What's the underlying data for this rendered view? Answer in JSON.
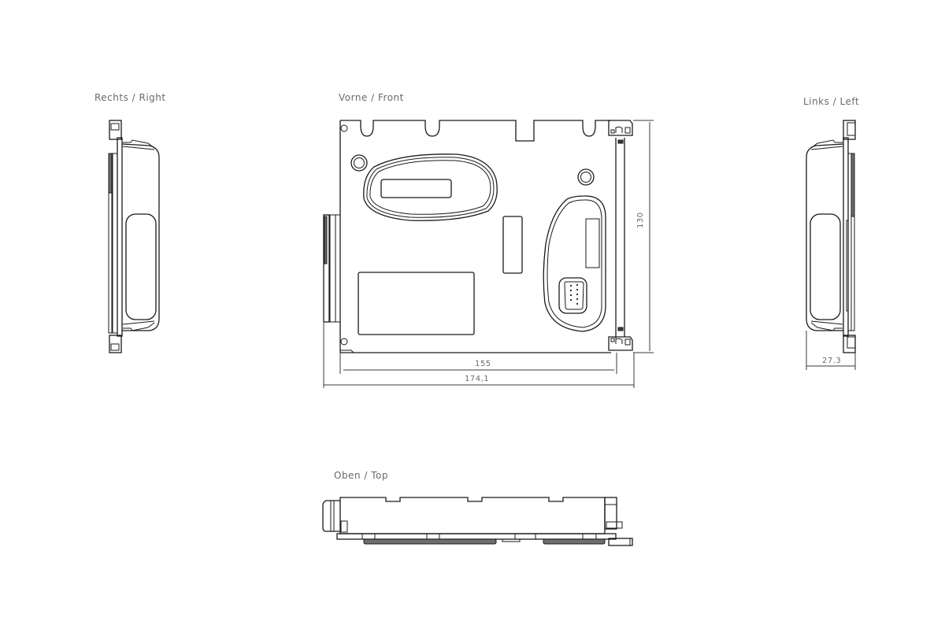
{
  "views": {
    "right": {
      "label": "Rechts  /  Right"
    },
    "front": {
      "label": "Vorne  /  Front"
    },
    "left": {
      "label": "Links  /  Left"
    },
    "top": {
      "label": "Oben  /  Top"
    }
  },
  "dimensions": {
    "front_inner_width": "155",
    "front_total_width": "174,1",
    "front_height": "130",
    "left_depth": "27.3"
  },
  "colors": {
    "line": "#1a1a1a",
    "label": "#6a6a6a",
    "background": "#ffffff"
  }
}
